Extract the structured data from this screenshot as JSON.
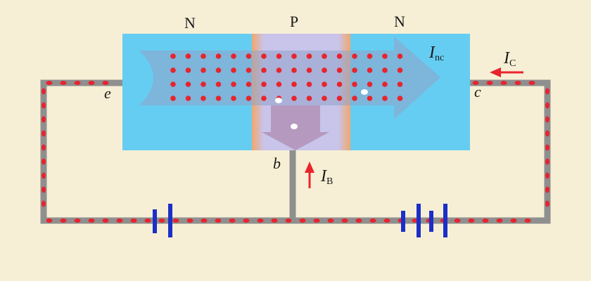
{
  "regions": {
    "left": "N",
    "middle": "P",
    "right": "N"
  },
  "terminals": {
    "emitter": "e",
    "base": "b",
    "collector": "c"
  },
  "currents": {
    "collector_main": "I",
    "collector_main_sub": "nc",
    "collector": "I",
    "collector_sub": "C",
    "base": "I",
    "base_sub": "B"
  },
  "colors": {
    "background": "#f7efd5",
    "n_region": "#66cdf2",
    "p_region": "#f3a66a",
    "p_center": "#c8c4ea",
    "electron": "#e8242c",
    "hole": "#ffffff",
    "wire": "#8f8f8f",
    "battery": "#1b2fc8",
    "arrow": "#e8242c"
  },
  "icons": {
    "electron_flow": "big-arrow-icon",
    "base_flow": "down-arrow-icon",
    "battery": "battery-icon"
  }
}
